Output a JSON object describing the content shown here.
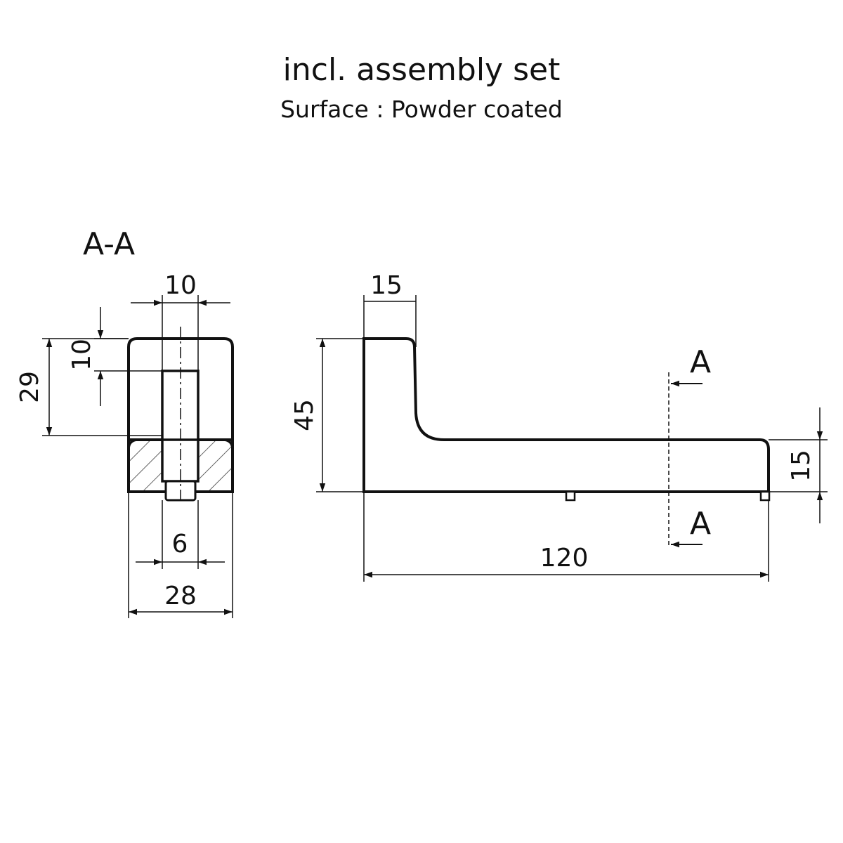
{
  "header": {
    "title": "incl. assembly set",
    "subtitle": "Surface : Powder coated"
  },
  "section_view": {
    "label": "A-A",
    "dims": {
      "top_width": "10",
      "insert_depth": "10",
      "height": "29",
      "pin_width": "6",
      "base_width": "28"
    }
  },
  "side_view": {
    "dims": {
      "post_width": "15",
      "total_height": "45",
      "arm_height": "15",
      "total_length": "120"
    },
    "section_marker_top": "A",
    "section_marker_bottom": "A"
  }
}
